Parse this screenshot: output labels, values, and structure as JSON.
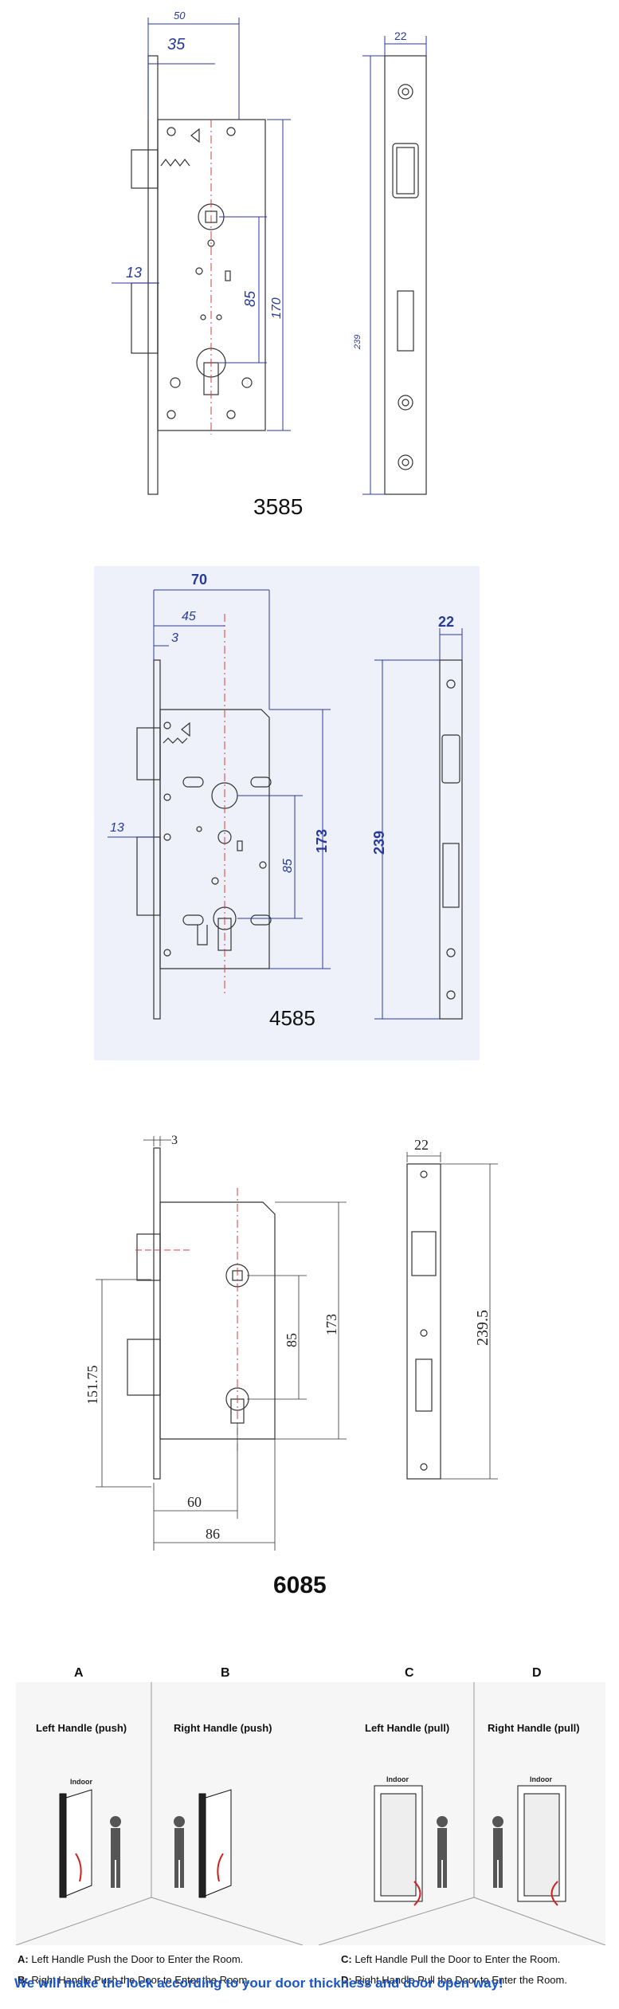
{
  "locks": [
    {
      "model": "3585",
      "dims": {
        "width": "50",
        "backset": "35",
        "bolt_proj": "13",
        "center": "85",
        "height": "170",
        "faceplate_h": "239",
        "faceplate_w": "22"
      }
    },
    {
      "model": "4585",
      "dims": {
        "width": "70",
        "backset": "45",
        "offset": "3",
        "bolt_proj": "13",
        "center": "85",
        "height": "173",
        "faceplate_h": "239",
        "faceplate_w": "22"
      }
    },
    {
      "model": "6085",
      "dims": {
        "offset": "3",
        "bolt_h": "151.75",
        "center": "85",
        "height": "173",
        "backset": "60",
        "width": "86",
        "faceplate_h": "239.5",
        "faceplate_w": "22"
      }
    }
  ],
  "door_guide": {
    "letters": [
      "A",
      "B",
      "C",
      "D"
    ],
    "panels": [
      "Left Handle (push)",
      "Right Handle (push)",
      "Left Handle (pull)",
      "Right Handle (pull)"
    ],
    "door_label": "Indoor",
    "descriptions": [
      {
        "key": "A:",
        "text": " Left Handle Push the Door to Enter the Room."
      },
      {
        "key": "B:",
        "text": " Right Handle Push the Door to Enter the Room."
      },
      {
        "key": "C:",
        "text": " Left Handle Pull the Door to Enter the Room."
      },
      {
        "key": "D:",
        "text": " Right Handle Pull the Door to Enter the Room."
      }
    ]
  },
  "footer": "We will make the lock according to your door thickness and door open way!",
  "colors": {
    "dim": "#2a3a9a",
    "line": "#333333",
    "center": "#d43c3c",
    "bg_blue": "#eef1f9",
    "footer": "#1a56c8"
  }
}
